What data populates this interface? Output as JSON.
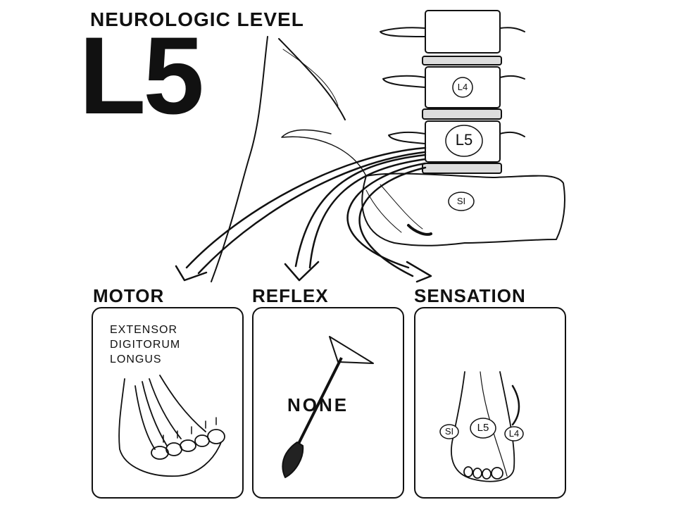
{
  "header": {
    "subtitle": "NEUROLOGIC LEVEL",
    "level": "L5"
  },
  "spine": {
    "labels": [
      "L4",
      "L5",
      "SI"
    ]
  },
  "sections": {
    "motor": {
      "heading": "MOTOR",
      "muscle_lines": [
        "EXTENSOR",
        "DIGITORUM",
        "LONGUS"
      ]
    },
    "reflex": {
      "heading": "REFLEX",
      "value": "NONE"
    },
    "sensation": {
      "heading": "SENSATION",
      "dermatomes": [
        "SI",
        "L5",
        "L4"
      ]
    }
  }
}
